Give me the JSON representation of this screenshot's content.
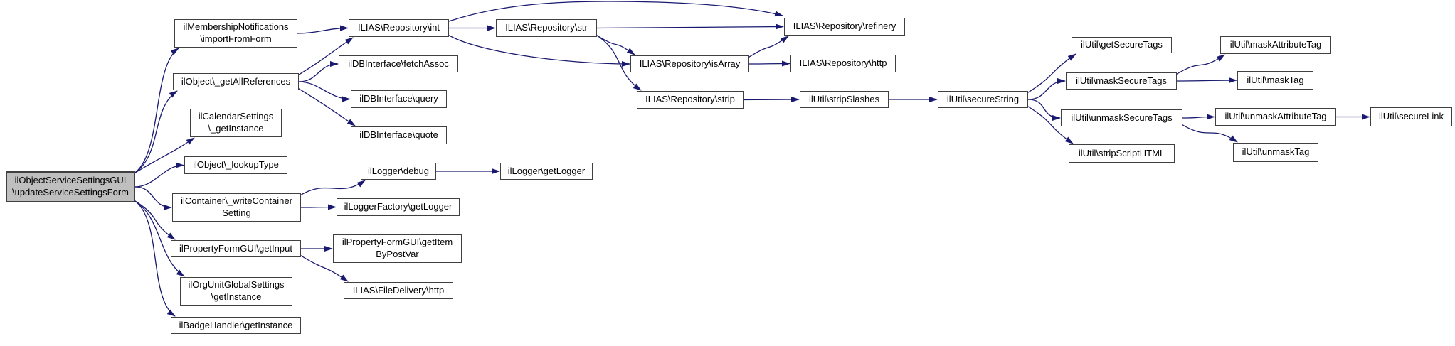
{
  "diagram": {
    "type": "call-graph",
    "root_function": "ilObjectServiceSettingsGUI\\updateServiceSettingsForm",
    "colors": {
      "edge": "#191970",
      "node_border": "#404040",
      "node_fill": "#ffffff",
      "root_fill": "#bfbfbf",
      "text": "#000000"
    },
    "nodes": [
      {
        "id": "root",
        "label": "ilObjectServiceSettingsGUI\\updateServiceSettingsForm",
        "lines": [
          "ilObjectServiceSettingsGUI",
          "\\updateServiceSettingsForm"
        ],
        "is_root": true
      },
      {
        "id": "importFromForm",
        "label": "ilMembershipNotifications\\importFromForm",
        "lines": [
          "ilMembershipNotifications",
          "\\importFromForm"
        ]
      },
      {
        "id": "getAllReferences",
        "label": "ilObject\\_getAllReferences",
        "lines": [
          "ilObject\\_getAllReferences"
        ]
      },
      {
        "id": "calendarGetInstance",
        "label": "ilCalendarSettings\\_getInstance",
        "lines": [
          "ilCalendarSettings",
          "\\_getInstance"
        ]
      },
      {
        "id": "lookupType",
        "label": "ilObject\\_lookupType",
        "lines": [
          "ilObject\\_lookupType"
        ]
      },
      {
        "id": "writeContainerSetting",
        "label": "ilContainer\\_writeContainerSetting",
        "lines": [
          "ilContainer\\_writeContainer",
          "Setting"
        ]
      },
      {
        "id": "getInput",
        "label": "ilPropertyFormGUI\\getInput",
        "lines": [
          "ilPropertyFormGUI\\getInput"
        ]
      },
      {
        "id": "orgUnitGetInstance",
        "label": "ilOrgUnitGlobalSettings\\getInstance",
        "lines": [
          "ilOrgUnitGlobalSettings",
          "\\getInstance"
        ]
      },
      {
        "id": "badgeGetInstance",
        "label": "ilBadgeHandler\\getInstance",
        "lines": [
          "ilBadgeHandler\\getInstance"
        ]
      },
      {
        "id": "repoInt",
        "label": "ILIAS\\Repository\\int",
        "lines": [
          "ILIAS\\Repository\\int"
        ]
      },
      {
        "id": "fetchAssoc",
        "label": "ilDBInterface\\fetchAssoc",
        "lines": [
          "ilDBInterface\\fetchAssoc"
        ]
      },
      {
        "id": "query",
        "label": "ilDBInterface\\query",
        "lines": [
          "ilDBInterface\\query"
        ]
      },
      {
        "id": "quote",
        "label": "ilDBInterface\\quote",
        "lines": [
          "ilDBInterface\\quote"
        ]
      },
      {
        "id": "loggerDebug",
        "label": "ilLogger\\debug",
        "lines": [
          "ilLogger\\debug"
        ]
      },
      {
        "id": "loggerFactoryGetLogger",
        "label": "ilLoggerFactory\\getLogger",
        "lines": [
          "ilLoggerFactory\\getLogger"
        ]
      },
      {
        "id": "getItemByPostVar",
        "label": "ilPropertyFormGUI\\getItemByPostVar",
        "lines": [
          "ilPropertyFormGUI\\getItem",
          "ByPostVar"
        ]
      },
      {
        "id": "fileDeliveryHttp",
        "label": "ILIAS\\FileDelivery\\http",
        "lines": [
          "ILIAS\\FileDelivery\\http"
        ]
      },
      {
        "id": "repoStr",
        "label": "ILIAS\\Repository\\str",
        "lines": [
          "ILIAS\\Repository\\str"
        ]
      },
      {
        "id": "loggerGetLogger",
        "label": "ilLogger\\getLogger",
        "lines": [
          "ilLogger\\getLogger"
        ]
      },
      {
        "id": "isArray",
        "label": "ILIAS\\Repository\\isArray",
        "lines": [
          "ILIAS\\Repository\\isArray"
        ]
      },
      {
        "id": "strip",
        "label": "ILIAS\\Repository\\strip",
        "lines": [
          "ILIAS\\Repository\\strip"
        ]
      },
      {
        "id": "refinery",
        "label": "ILIAS\\Repository\\refinery",
        "lines": [
          "ILIAS\\Repository\\refinery"
        ]
      },
      {
        "id": "repoHttp",
        "label": "ILIAS\\Repository\\http",
        "lines": [
          "ILIAS\\Repository\\http"
        ]
      },
      {
        "id": "stripSlashes",
        "label": "ilUtil\\stripSlashes",
        "lines": [
          "ilUtil\\stripSlashes"
        ]
      },
      {
        "id": "secureString",
        "label": "ilUtil\\secureString",
        "lines": [
          "ilUtil\\secureString"
        ]
      },
      {
        "id": "getSecureTags",
        "label": "ilUtil\\getSecureTags",
        "lines": [
          "ilUtil\\getSecureTags"
        ]
      },
      {
        "id": "maskSecureTags",
        "label": "ilUtil\\maskSecureTags",
        "lines": [
          "ilUtil\\maskSecureTags"
        ]
      },
      {
        "id": "unmaskSecureTags",
        "label": "ilUtil\\unmaskSecureTags",
        "lines": [
          "ilUtil\\unmaskSecureTags"
        ]
      },
      {
        "id": "stripScriptHTML",
        "label": "ilUtil\\stripScriptHTML",
        "lines": [
          "ilUtil\\stripScriptHTML"
        ]
      },
      {
        "id": "maskAttributeTag",
        "label": "ilUtil\\maskAttributeTag",
        "lines": [
          "ilUtil\\maskAttributeTag"
        ]
      },
      {
        "id": "maskTag",
        "label": "ilUtil\\maskTag",
        "lines": [
          "ilUtil\\maskTag"
        ]
      },
      {
        "id": "unmaskAttributeTag",
        "label": "ilUtil\\unmaskAttributeTag",
        "lines": [
          "ilUtil\\unmaskAttributeTag"
        ]
      },
      {
        "id": "unmaskTag",
        "label": "ilUtil\\unmaskTag",
        "lines": [
          "ilUtil\\unmaskTag"
        ]
      },
      {
        "id": "secureLink",
        "label": "ilUtil\\secureLink",
        "lines": [
          "ilUtil\\secureLink"
        ]
      }
    ],
    "edges": [
      [
        "root",
        "importFromForm"
      ],
      [
        "root",
        "getAllReferences"
      ],
      [
        "root",
        "calendarGetInstance"
      ],
      [
        "root",
        "lookupType"
      ],
      [
        "root",
        "writeContainerSetting"
      ],
      [
        "root",
        "getInput"
      ],
      [
        "root",
        "orgUnitGetInstance"
      ],
      [
        "root",
        "badgeGetInstance"
      ],
      [
        "importFromForm",
        "repoInt"
      ],
      [
        "getAllReferences",
        "repoInt"
      ],
      [
        "getAllReferences",
        "fetchAssoc"
      ],
      [
        "getAllReferences",
        "query"
      ],
      [
        "getAllReferences",
        "quote"
      ],
      [
        "repoInt",
        "repoStr"
      ],
      [
        "repoInt",
        "refinery"
      ],
      [
        "repoInt",
        "isArray"
      ],
      [
        "repoStr",
        "refinery"
      ],
      [
        "repoStr",
        "isArray"
      ],
      [
        "repoStr",
        "strip"
      ],
      [
        "isArray",
        "repoHttp"
      ],
      [
        "isArray",
        "refinery"
      ],
      [
        "strip",
        "stripSlashes"
      ],
      [
        "stripSlashes",
        "secureString"
      ],
      [
        "secureString",
        "getSecureTags"
      ],
      [
        "secureString",
        "maskSecureTags"
      ],
      [
        "secureString",
        "unmaskSecureTags"
      ],
      [
        "secureString",
        "stripScriptHTML"
      ],
      [
        "maskSecureTags",
        "maskAttributeTag"
      ],
      [
        "maskSecureTags",
        "maskTag"
      ],
      [
        "unmaskSecureTags",
        "unmaskAttributeTag"
      ],
      [
        "unmaskSecureTags",
        "unmaskTag"
      ],
      [
        "unmaskAttributeTag",
        "secureLink"
      ],
      [
        "writeContainerSetting",
        "loggerDebug"
      ],
      [
        "writeContainerSetting",
        "loggerFactoryGetLogger"
      ],
      [
        "loggerDebug",
        "loggerGetLogger"
      ],
      [
        "getInput",
        "getItemByPostVar"
      ],
      [
        "getInput",
        "fileDeliveryHttp"
      ]
    ]
  }
}
